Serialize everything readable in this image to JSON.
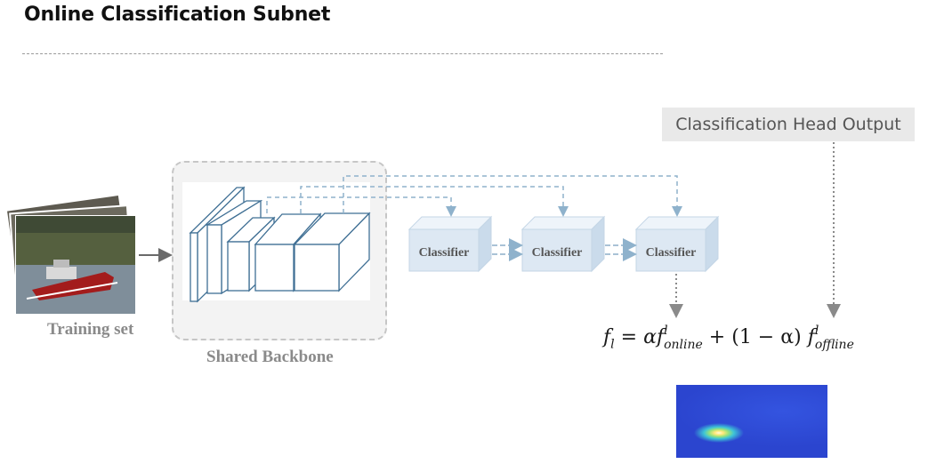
{
  "title": "Online Classification Subnet",
  "training_set_label": "Training set",
  "backbone_label": "Shared Backbone",
  "classifiers": [
    {
      "label": "Classifier"
    },
    {
      "label": "Classifier"
    },
    {
      "label": "Classifier"
    }
  ],
  "head_output_label": "Classification Head Output",
  "equation": {
    "lhs": "f",
    "lhs_sub": "l",
    "alpha": "α",
    "online_sup": "l",
    "online_sub": "online",
    "one_minus_alpha": "(1 − α)",
    "offline_sup": "l",
    "offline_sub": "offline"
  },
  "colors": {
    "classifier_fill": "#dde8f3",
    "backbone_stroke": "#3f6f94",
    "connector": "#8fb2cc",
    "dotted_arrow": "#8a8a8a",
    "heatmap_base": "#2b45cf"
  },
  "icons": [
    "boat-photo-stack",
    "heatmap-output"
  ]
}
